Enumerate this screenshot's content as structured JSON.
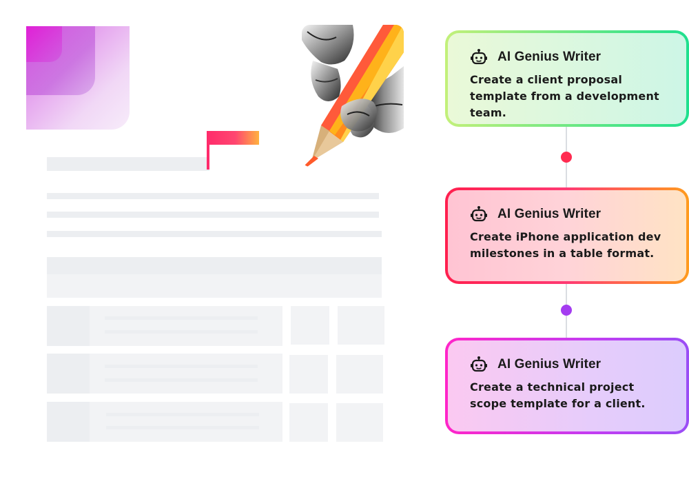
{
  "cards": [
    {
      "title": "AI Genius Writer",
      "text": "Create a client proposal template from a development team.",
      "icon": "robot-icon",
      "accent": "#1ee08e"
    },
    {
      "title": "AI Genius Writer",
      "text": "Create iPhone application dev milestones in a table format.",
      "icon": "robot-icon",
      "accent": "#ff1f4e"
    },
    {
      "title": "AI Genius Writer",
      "text": "Create a technical project scope template for a client.",
      "icon": "robot-icon",
      "accent": "#c33cf2"
    }
  ],
  "colors": {
    "flag": "#ff2b6b",
    "timeline_dot_1": "#ff2b50",
    "timeline_dot_2": "#a43cf0"
  },
  "illustration": {
    "icon": "robot-hand-pencil-icon"
  }
}
